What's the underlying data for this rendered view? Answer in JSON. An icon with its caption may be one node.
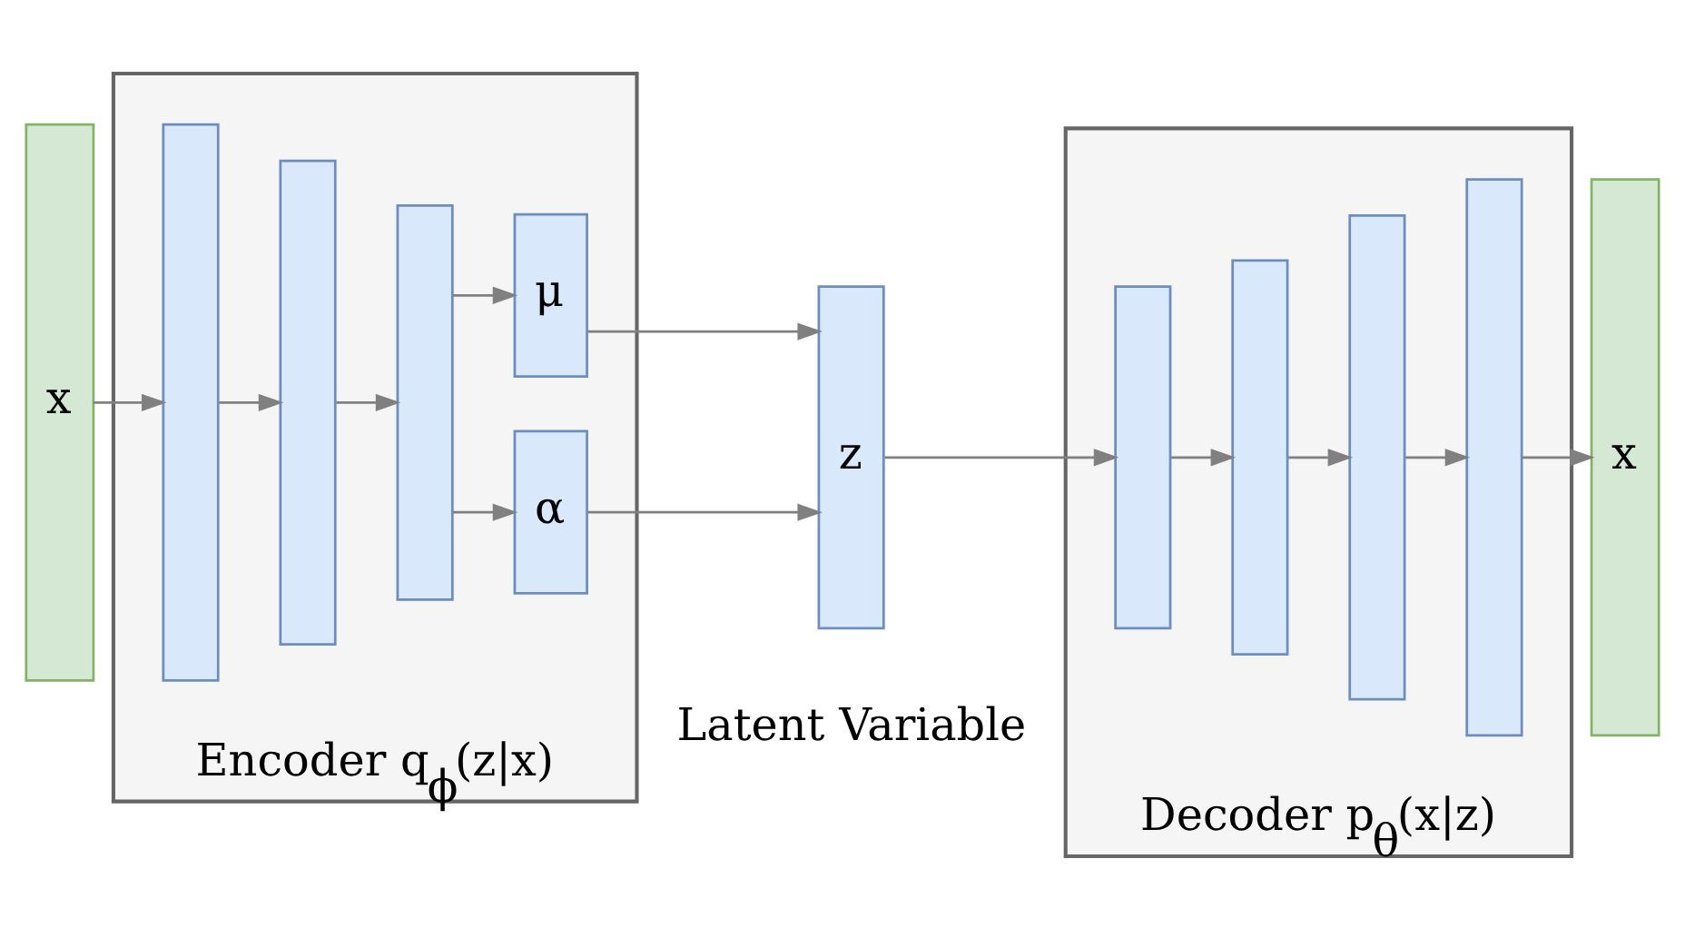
{
  "diagram": {
    "nodes": [
      {
        "text": [
          "x"
        ]
      },
      {
        "text": [
          "Encoder q$_{ϕ}$(z|x)"
        ]
      },
      {
        "text": [],
        "shape": "bar",
        "in": 1
      },
      {
        "text": [],
        "shape": "bar",
        "in": 1
      },
      {
        "text": [],
        "shape": "bar",
        "in": 1
      },
      {
        "text": [
          "μ"
        ],
        "in": 1
      },
      {
        "text": [
          "α"
        ],
        "in": 1
      },
      {
        "text": [
          "z"
        ],
        "beside": [
          "Latent Variable"
        ]
      },
      {
        "text": [
          "Decoder p$_{θ}$(x|z)"
        ]
      },
      {
        "text": [],
        "shape": "bar",
        "in": 8
      },
      {
        "text": [],
        "shape": "bar",
        "in": 8
      },
      {
        "text": [],
        "shape": "bar",
        "in": 8
      },
      {
        "text": [],
        "shape": "bar",
        "in": 8
      },
      {
        "text": [
          "x"
        ]
      }
    ],
    "edges": [
      {
        "from": 0,
        "to": 2,
        "arrow": "to"
      },
      {
        "from": 2,
        "to": 3,
        "arrow": "to"
      },
      {
        "from": 3,
        "to": 4,
        "arrow": "to"
      },
      {
        "from": 4,
        "to": 5,
        "arrow": "to"
      },
      {
        "from": 4,
        "to": 6,
        "arrow": "to"
      },
      {
        "from": 5,
        "to": 7,
        "arrow": "to"
      },
      {
        "from": 6,
        "to": 7,
        "arrow": "to"
      },
      {
        "from": 7,
        "to": 9,
        "arrow": "to"
      },
      {
        "from": 9,
        "to": 10,
        "arrow": "to"
      },
      {
        "from": 10,
        "to": 11,
        "arrow": "to"
      },
      {
        "from": 11,
        "to": 12,
        "arrow": "to"
      },
      {
        "from": 12,
        "to": 13,
        "arrow": "to"
      }
    ]
  }
}
